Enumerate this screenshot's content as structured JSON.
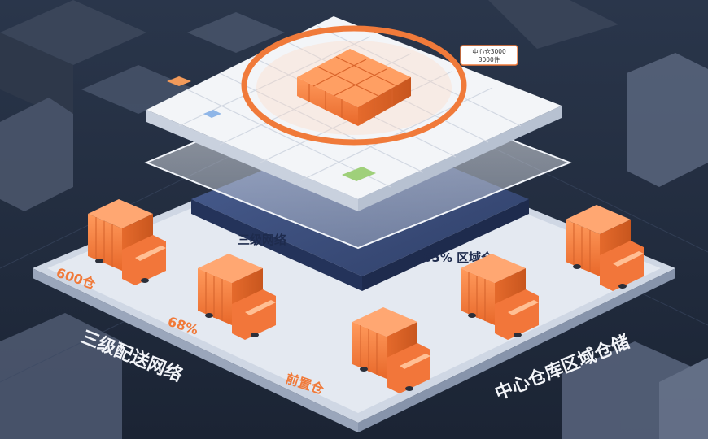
{
  "scene": {
    "center_badge": "中心仓3000",
    "center_badge_sub": "3000件",
    "dark_platform_text_left": "三级网络",
    "dark_platform_text_right": "65% 区域仓",
    "label_left_top": "600仓",
    "label_left_mid": "68%",
    "label_bottom": "前置仓",
    "caption_left": "三级配送网络",
    "caption_right": "中心仓库区域仓储"
  },
  "colors": {
    "background": "#1f2a3d",
    "accent_orange": "#f07a3a",
    "platform": "#e6ebf3",
    "dark_platform": "#3b4d7a"
  }
}
